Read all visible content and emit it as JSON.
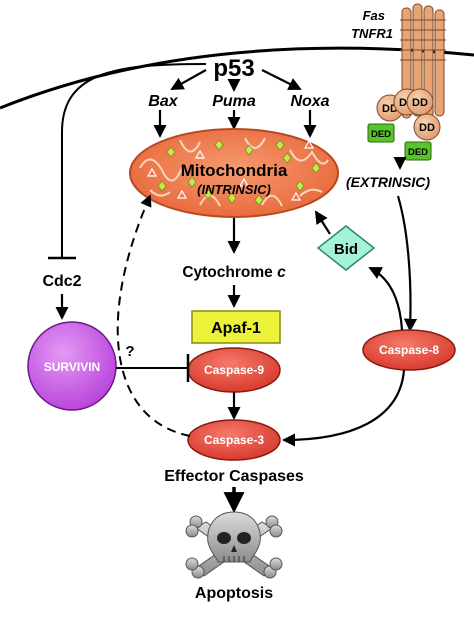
{
  "diagram": {
    "nodes": {
      "p53": "p53",
      "bax": "Bax",
      "puma": "Puma",
      "noxa": "Noxa",
      "mito_title": "Mitochondria",
      "mito_sub": "(INTRINSIC)",
      "cytochrome": "Cytochrome",
      "cytochrome_c": "c",
      "apaf1": "Apaf-1",
      "caspase9": "Caspase-9",
      "caspase3": "Caspase-3",
      "caspase8": "Caspase-8",
      "effector": "Effector Caspases",
      "apoptosis": "Apoptosis",
      "cdc2": "Cdc2",
      "survivin": "SURVIVIN",
      "question": "?",
      "bid": "Bid",
      "fas": "Fas",
      "tnfr1": "TNFR1",
      "extrinsic": "(EXTRINSIC)",
      "dd1": "DD",
      "dd2": "DD",
      "dd3": "DD",
      "dd4": "DD",
      "ded1": "DED",
      "ded2": "DED"
    },
    "colors": {
      "mitochondria": "#f07a4a",
      "apaf1": "#ecf23a",
      "caspase": "#e94a3c",
      "survivin": "#cc55e8",
      "bid": "#a6f2d8",
      "receptor": "#e8a472",
      "death_domain": "#f2b68e",
      "ded": "#58c42c"
    }
  }
}
